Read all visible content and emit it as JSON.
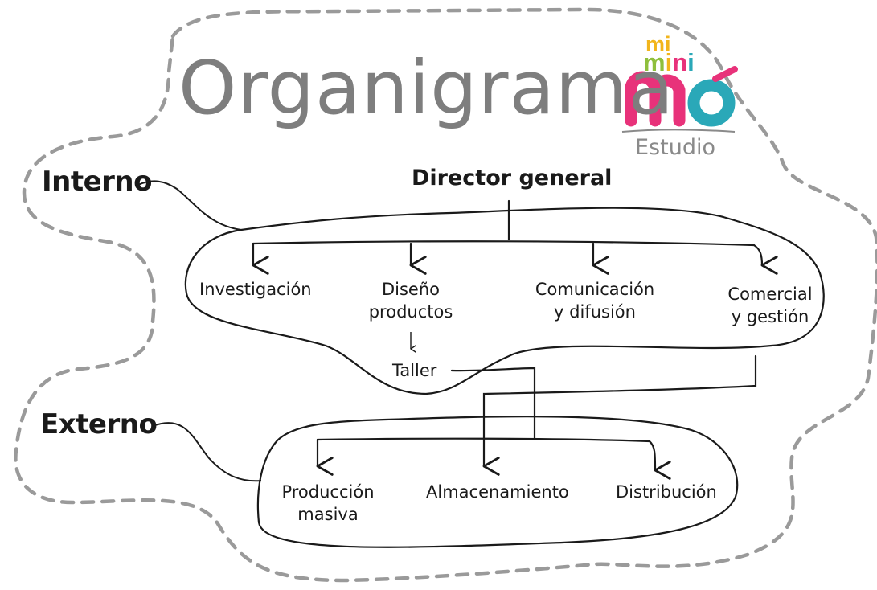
{
  "title": "Organigrama",
  "logo": {
    "line1": "mi",
    "line2": [
      "m",
      "i",
      "n",
      "i"
    ],
    "mark": "mó",
    "subtitle": "Estudio",
    "colors": {
      "pink": "#e8327a",
      "teal": "#2aa8b8",
      "yellow": "#f2b51c",
      "green": "#8fbf3c",
      "gray": "#8a8a8a"
    }
  },
  "zones": {
    "internal": "Interno",
    "external": "Externo"
  },
  "director": "Director general",
  "internal_units": {
    "research": "Investigación",
    "design": [
      "Diseño",
      "productos"
    ],
    "communication": [
      "Comunicación",
      "y difusión"
    ],
    "commercial": [
      "Comercial",
      "y gestión"
    ],
    "workshop": "Taller"
  },
  "external_units": {
    "production": [
      "Producción",
      "masiva"
    ],
    "storage": "Almacenamiento",
    "distribution": "Distribución"
  },
  "colors": {
    "ink": "#1a1a1a",
    "title": "#7e7e7e",
    "dash_border": "#9a9a9a",
    "background": "#ffffff"
  }
}
